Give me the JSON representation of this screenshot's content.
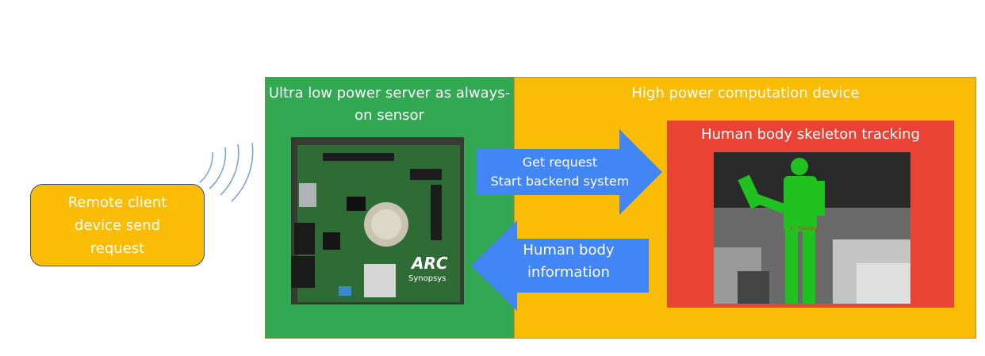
{
  "client": {
    "label": "Remote client device send request"
  },
  "low_power_panel": {
    "title": "Ultra low power server as always-on sensor"
  },
  "high_power_panel": {
    "title": "High power computation device"
  },
  "arrow_right": {
    "line1": "Get request",
    "line2": "Start backend system"
  },
  "arrow_left": {
    "label": "Human body information"
  },
  "tracking_panel": {
    "title": "Human body skeleton tracking"
  },
  "board_photo": {
    "brand": "ARC",
    "maker": "Synopsys"
  },
  "depth_view": {
    "status": "2 - Tracking"
  },
  "colors": {
    "green": "#33a853",
    "orange": "#fbbc05",
    "red": "#ea4335",
    "blue": "#4285f4"
  }
}
